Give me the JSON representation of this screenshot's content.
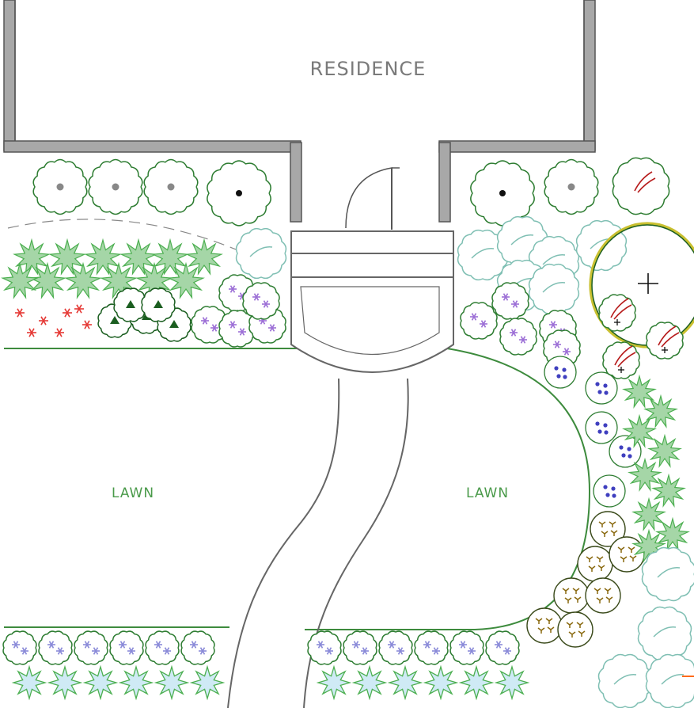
{
  "labels": {
    "residence": "RESIDENCE",
    "lawn_left": "LAWN",
    "lawn_right": "LAWN"
  },
  "colors": {
    "background": "#ffffff",
    "wall": "#a8a8a8",
    "wall_edge": "#555555",
    "lawn_edge": "#3d8b3d",
    "label": "#7a7a7a",
    "lawn_label": "#4a9a4a",
    "evergreen_shrub": "#2e7d32",
    "grass_fill": "#a5d6a7",
    "grass_stroke": "#4caf50",
    "red_perennial": "#e53935",
    "lavender_perennial": "#9c6fd6",
    "blue_perennial": "#3f3fbf",
    "gold_perennial": "#8a6a10",
    "teal_shrub": "#7fbfb3",
    "tree_highlight": "#c9c030",
    "red_branch": "#b71c1c",
    "ice_star_fill": "#cfeaf5",
    "orange_mark": "#ff6a1a"
  },
  "icons": {
    "specimen_tree": "crosshair-tree-icon",
    "evergreen": "scalloped-shrub-icon",
    "grass": "star-burst-icon"
  }
}
